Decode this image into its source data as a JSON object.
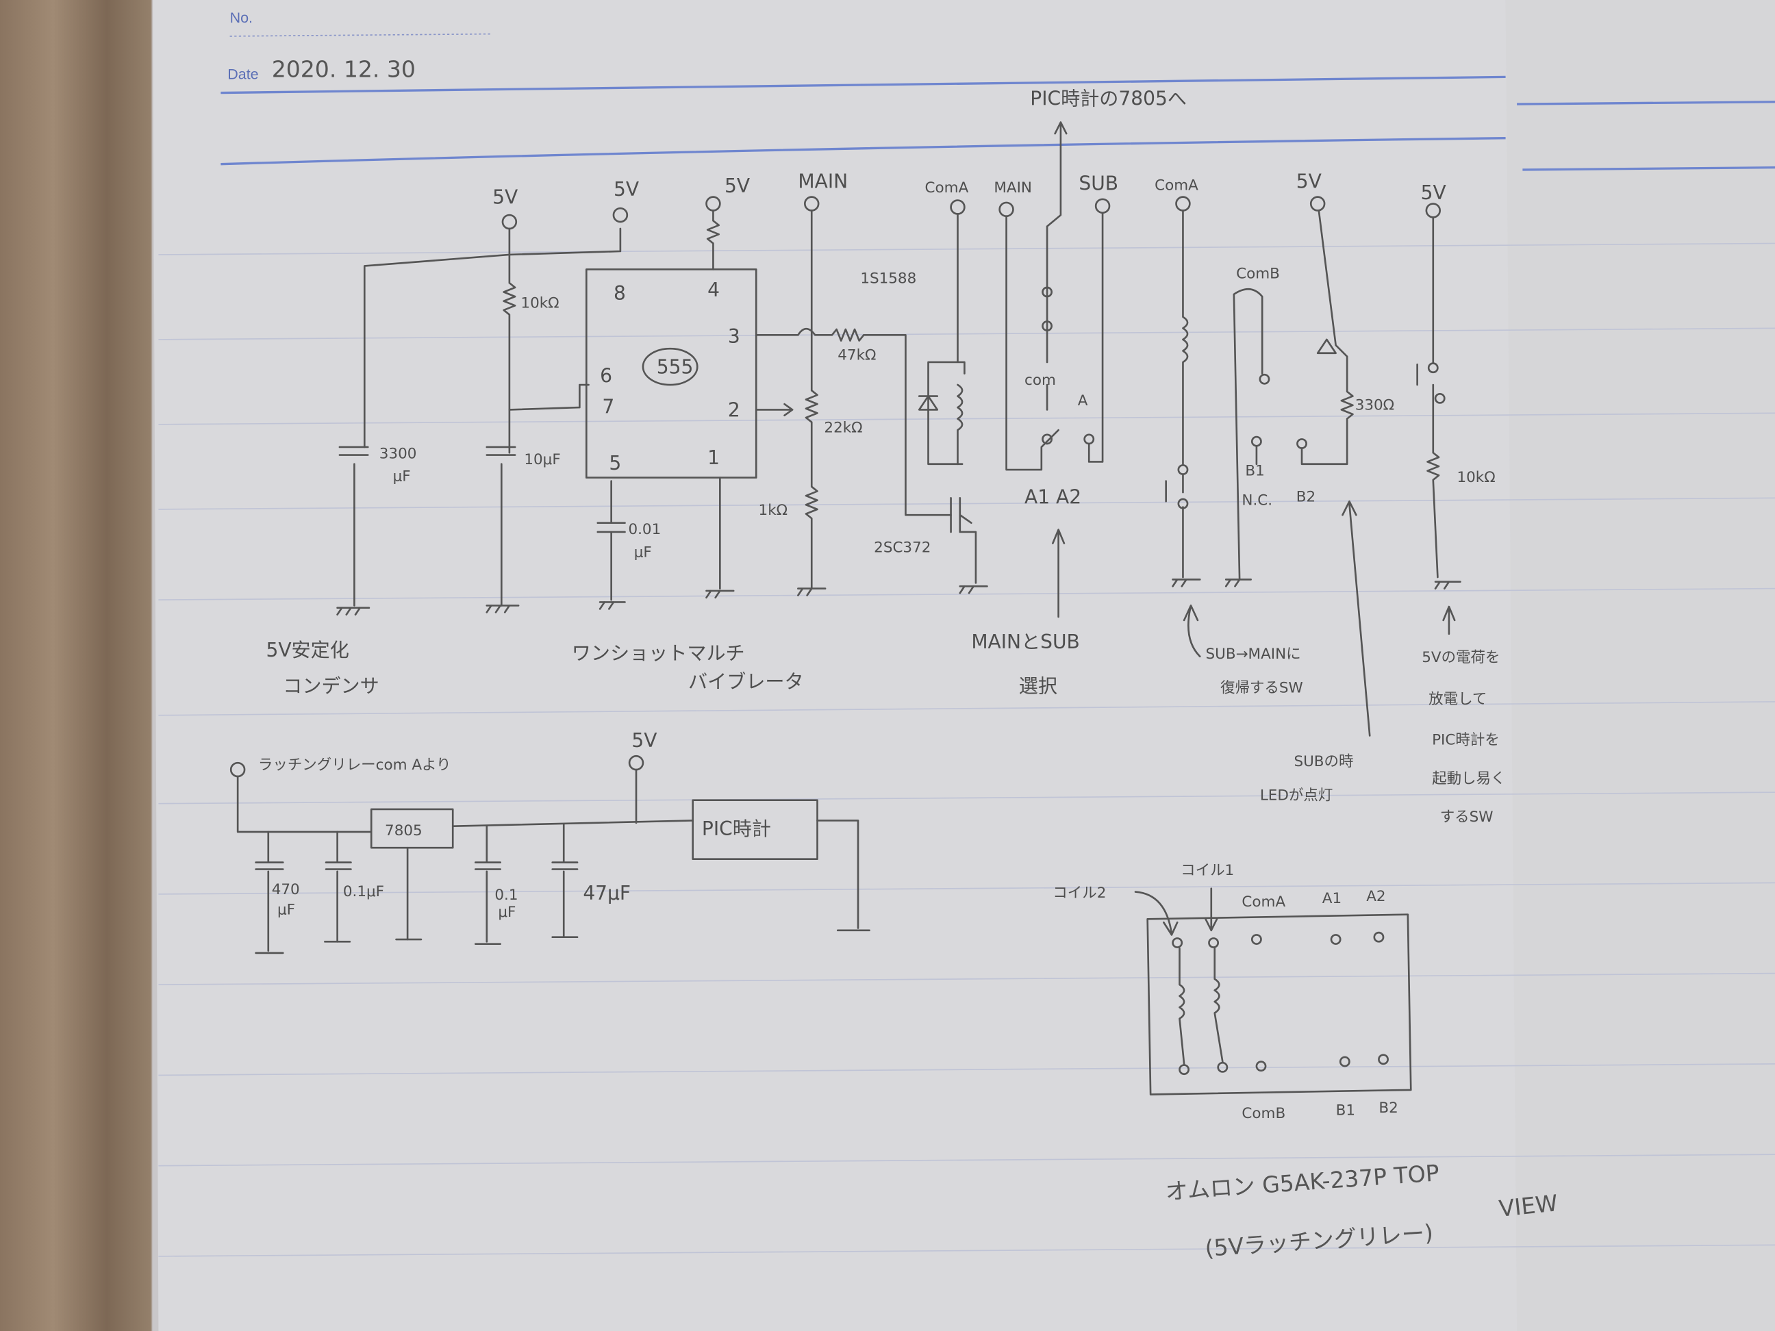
{
  "header": {
    "no_label": "No.",
    "date_label": "Date",
    "date": "2020. 12. 30"
  },
  "top_note": "PIC時計の7805へ",
  "terminals": {
    "v5": "5V",
    "main": "MAIN",
    "com_a": "ComA",
    "sub": "SUB",
    "com_b": "ComB"
  },
  "ic555": {
    "name": "555",
    "pins": [
      "8",
      "4",
      "3",
      "6",
      "7",
      "2",
      "5",
      "1"
    ]
  },
  "components": {
    "r10k": "10kΩ",
    "c3300": "3300",
    "c3300_unit": "μF",
    "c10": "10μF",
    "c001": "0.01",
    "c001_unit": "μF",
    "r47k": "47kΩ",
    "r22k": "22kΩ",
    "r1k": "1kΩ",
    "diode": "1S1588",
    "transistor": "2SC372",
    "coil2": "コイル2",
    "coil1": "コイル1",
    "com_a_small": "com",
    "a_small": "A",
    "a1a2": "A1  A2",
    "b1": "B1",
    "nc": "N.C.",
    "b2": "B2",
    "r330": "330Ω",
    "r10k_2": "10kΩ"
  },
  "annotations": {
    "stabilize": [
      "5V安定化",
      "コンデンサ"
    ],
    "oneshot": [
      "ワンショットマルチ",
      "バイブレータ"
    ],
    "select": [
      "MAINとSUB",
      "選択"
    ],
    "return_sw": [
      "SUB→MAINに",
      "復帰するSW"
    ],
    "led": [
      "SUBの時",
      "LEDが点灯"
    ],
    "discharge": [
      "5Vの電荷を",
      "放電して",
      "PIC時計を",
      "起動し易く",
      "するSW"
    ]
  },
  "psu": {
    "source": "ラッチングリレーcom Aより",
    "v5": "5V",
    "reg": "7805",
    "load": "PIC時計",
    "c1": "470",
    "c1_unit": "μF",
    "c2": "0.1μF",
    "c3": "0.1",
    "c3_unit": "μF",
    "c4": "47μF"
  },
  "relay_view": {
    "coil2": "コイル2",
    "coil1": "コイル1",
    "com_a": "ComA",
    "a1": "A1",
    "a2": "A2",
    "com_b": "ComB",
    "b1": "B1",
    "b2": "B2",
    "title": "オムロン G5AK-237P TOP",
    "view": "VIEW",
    "subtitle": "(5Vラッチングリレー)"
  }
}
